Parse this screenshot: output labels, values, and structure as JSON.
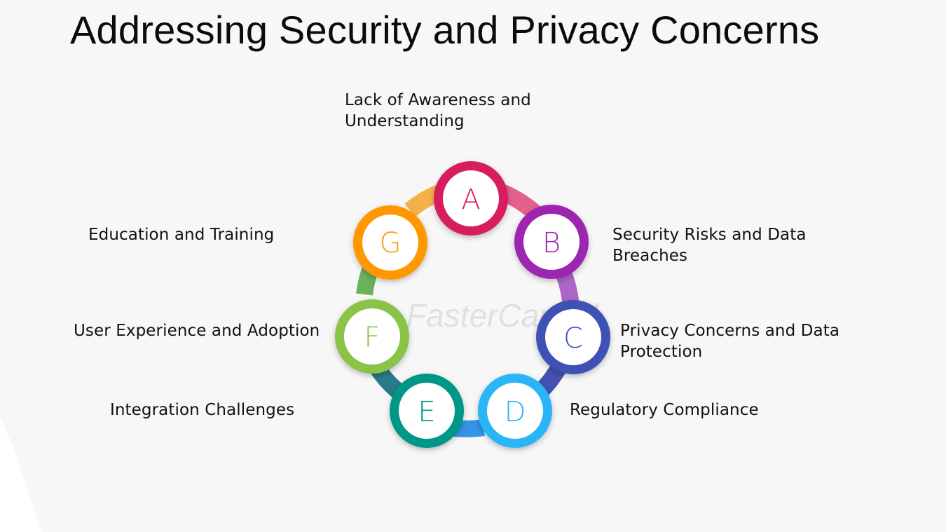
{
  "title": "Addressing Security and Privacy Concerns",
  "watermark": "FasterCapital",
  "nodes": [
    {
      "letter": "A",
      "label": "Lack of Awareness and Understanding",
      "lines": [
        "Lack of Awareness and",
        "Understanding"
      ],
      "color": "#d81b60"
    },
    {
      "letter": "B",
      "label": "Security Risks and Data Breaches",
      "lines": [
        "Security Risks and Data",
        "Breaches"
      ],
      "color": "#9c27b0"
    },
    {
      "letter": "C",
      "label": "Privacy Concerns and Data Protection",
      "lines": [
        "Privacy Concerns and Data",
        "Protection"
      ],
      "color": "#3f51b5"
    },
    {
      "letter": "D",
      "label": "Regulatory Compliance",
      "lines": [
        "Regulatory Compliance"
      ],
      "color": "#29b6f6"
    },
    {
      "letter": "E",
      "label": "Integration Challenges",
      "lines": [
        "Integration Challenges"
      ],
      "color": "#009688"
    },
    {
      "letter": "F",
      "label": "User Experience and Adoption",
      "lines": [
        "User Experience and Adoption"
      ],
      "color": "#8bc34a"
    },
    {
      "letter": "G",
      "label": "Education and Training",
      "lines": [
        "Education and Training"
      ],
      "color": "#ff9800"
    }
  ]
}
